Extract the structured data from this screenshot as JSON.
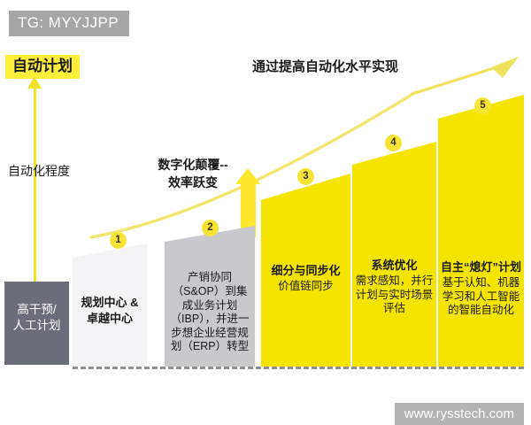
{
  "watermarks": {
    "top_left": "TG: MYYJJPP",
    "bottom_right": "www.rysstech.com"
  },
  "axis": {
    "top_label": "自动计划",
    "vertical_label": "自动化程度"
  },
  "headline": "通过提高自动化水平实现",
  "callout": {
    "line1": "数字化颠覆--",
    "line2": "效率跃变"
  },
  "baseline_block": {
    "line1": "高干预/",
    "line2": "人工计划",
    "color": "#6b6d78"
  },
  "chart_data": {
    "type": "bar",
    "title": "通过提高自动化水平实现",
    "xlabel": "",
    "ylabel": "自动化程度",
    "grid": false,
    "legend": "none",
    "categories": [
      "高干预/人工计划",
      "规划中心 & 卓越中心",
      "产销协同（S&OP）到集成业务计划（IBP）",
      "细分与同步化",
      "系统优化",
      "自主“熄灯”计划"
    ],
    "values": [
      20,
      33,
      38,
      52,
      62,
      74
    ],
    "steps": [
      {
        "number": "1",
        "title": "规划中心 &",
        "title2": "卓越中心",
        "body": "",
        "color": "#f4f4f6",
        "level": 33
      },
      {
        "number": "2",
        "title": "",
        "body": "产销协同（S&OP）到集成业务计划（IBP），并进一步想企业经营规划（ERP）转型",
        "color": "#c9c9cd",
        "level": 38
      },
      {
        "number": "3",
        "title": "细分与同步化",
        "body": "价值链同步",
        "color": "#f5e400",
        "level": 52
      },
      {
        "number": "4",
        "title": "系统优化",
        "body": "需求感知，并行计划与实时场景评估",
        "color": "#f5e400",
        "level": 62
      },
      {
        "number": "5",
        "title": "自主“熄灯”计划",
        "body": "基于认知、机器学习和人工智能的智能自动化",
        "color": "#f5e400",
        "level": 74
      }
    ]
  },
  "colors": {
    "yellow": "#f5e400",
    "bright_yellow": "#ffef3a",
    "gray_dark": "#6b6d78",
    "gray_mid": "#c9c9cd",
    "gray_light": "#f4f4f6",
    "watermark_gray": "#a6a6a6"
  }
}
